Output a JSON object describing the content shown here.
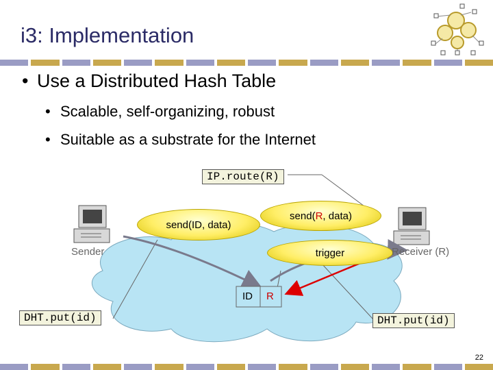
{
  "title": "i3: Implementation",
  "bullets": {
    "main": "Use a Distributed Hash Table",
    "sub": [
      "Scalable, self-organizing, robust",
      "Suitable as a substrate for the Internet"
    ]
  },
  "diagram": {
    "ip_route": "IP.route(R)",
    "send_r_prefix": "send(",
    "send_r_key": "R",
    "send_r_suffix": ", data)",
    "send_id": "send(ID, data)",
    "trigger": "trigger",
    "sender": "Sender",
    "receiver": "Receiver (R)",
    "id": "ID",
    "r": "R",
    "dht_left": "DHT.put(id)",
    "dht_right": "DHT.put(id)"
  },
  "page_number": "22",
  "colors": {
    "title": "#2b2b66",
    "stripe_a": "#9a9cc4",
    "stripe_b": "#c8a84e",
    "cloud": "#b8e4f4",
    "ellipse": "#ffee66",
    "red_key": "#cc0000",
    "arrow_red": "#dd0000",
    "arrow_gray": "#7a7a8c"
  }
}
